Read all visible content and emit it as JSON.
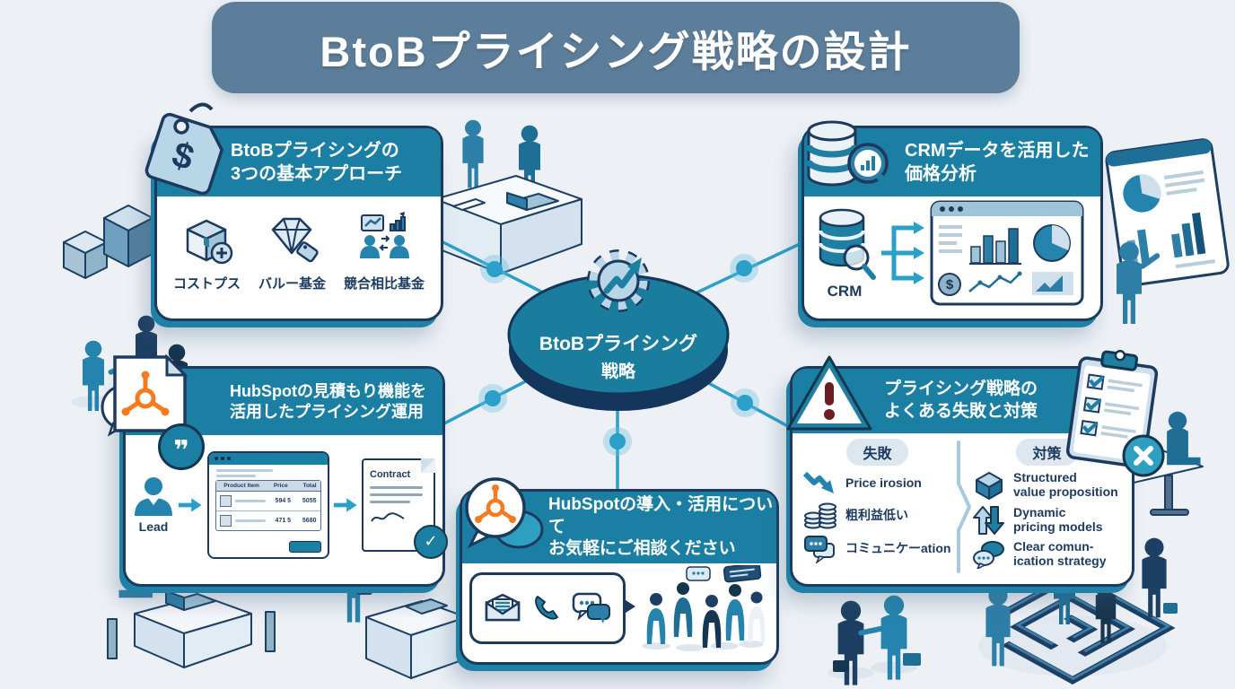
{
  "title": "BtoBプライシング戦略の設計",
  "hub": {
    "line1": "BtoBプライシング",
    "line2": "戦略"
  },
  "approaches": {
    "header": [
      "BtoBプライシングの",
      "3つの基本アプローチ"
    ],
    "items": [
      {
        "icon": "box-plus-icon",
        "label": "コストプス"
      },
      {
        "icon": "diamond-tag-icon",
        "label": "バルー基金"
      },
      {
        "icon": "people-compare-icon",
        "label": "競合相比基金"
      }
    ]
  },
  "crm": {
    "header": [
      "CRMデータを活用した",
      "価格分析"
    ],
    "db_label": "CRM"
  },
  "quote": {
    "header": [
      "HubSpotの見積もり機能を",
      "活用したプライシング運用"
    ],
    "lead_label": "Lead",
    "contract_label": "Contract",
    "table": {
      "columns": [
        "Product Item",
        "Price",
        "Total"
      ],
      "rows": [
        [
          "594 5",
          "5055"
        ],
        [
          "471 5",
          "5680"
        ]
      ]
    }
  },
  "consult": {
    "header": [
      "HubSpotの導入・活用について",
      "お気軽にご相談ください"
    ]
  },
  "failures": {
    "header": [
      "プライシング戦略の",
      "よくある失敗と対策"
    ],
    "fail_pill": "失敗",
    "fix_pill": "対策",
    "fail_items": [
      {
        "icon": "decline-arrow-icon",
        "label": "Price irosion"
      },
      {
        "icon": "coins-icon",
        "label": "粗利益低い"
      },
      {
        "icon": "chat-icon",
        "label": "コミュニケーation"
      }
    ],
    "fix_items": [
      {
        "icon": "cube-icon",
        "lines": [
          "Structured",
          "value proposition"
        ]
      },
      {
        "icon": "up-down-arrows-icon",
        "lines": [
          "Dynamic",
          "pricing models"
        ]
      },
      {
        "icon": "chat-bubbles-icon",
        "lines": [
          "Clear comun-",
          "ication strategy"
        ]
      }
    ]
  },
  "colors": {
    "teal": "#1b7fa3",
    "navy": "#1c3a5e",
    "line": "#2aa0c8",
    "banner": "#5d7e9a",
    "hubspot_orange": "#f47b20",
    "background": "#edf1f6"
  }
}
